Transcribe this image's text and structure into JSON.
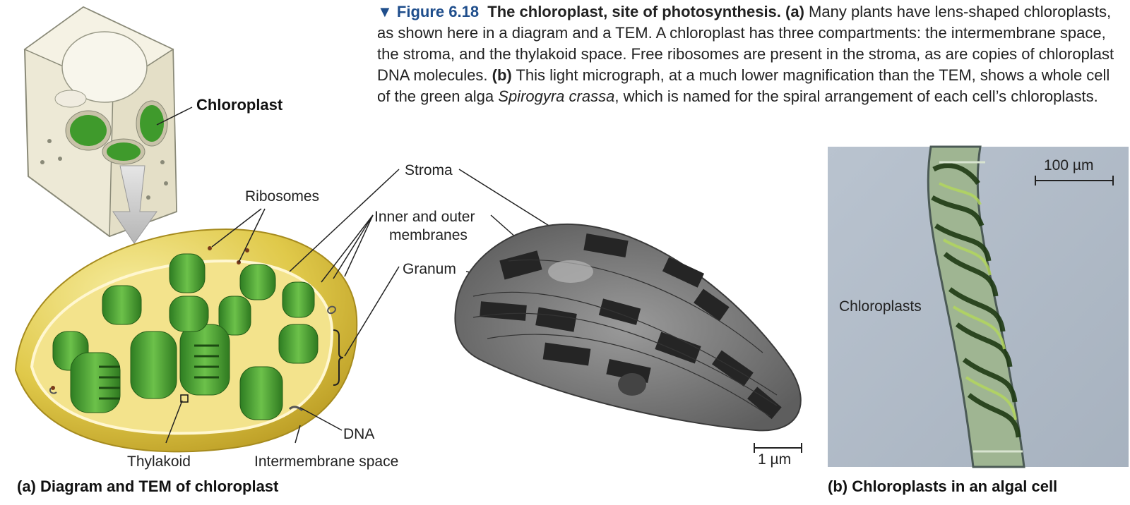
{
  "caption": {
    "figure_number": "Figure 6.18",
    "title": "The chloroplast, site of photosynthesis.",
    "part_a_marker": "(a)",
    "part_a_text": "Many plants have lens-shaped chloroplasts, as shown here in a diagram and a TEM. A chloroplast has three compartments: the intermembrane space, the stroma, and the thylakoid space. Free ribosomes are present in the stroma, as are copies of chloroplast DNA molecules.",
    "part_b_marker": "(b)",
    "part_b_text_1": "This light micrograph, at a much lower magnification than the TEM, shows a whole cell of the green alga",
    "species": "Spirogyra crassa",
    "part_b_text_2": ", which is named for the spiral arrangement of each cell’s chloroplasts."
  },
  "labels": {
    "chloroplast": "Chloroplast",
    "ribosomes": "Ribosomes",
    "stroma": "Stroma",
    "inner_outer_1": "Inner and outer",
    "inner_outer_2": "membranes",
    "granum": "Granum",
    "dna": "DNA",
    "thylakoid": "Thylakoid",
    "intermembrane": "Intermembrane space",
    "scale_tem": "1 µm",
    "scale_micro": "100 µm",
    "chloroplasts": "Chloroplasts"
  },
  "panels": {
    "a_title": "(a) Diagram and TEM of chloroplast",
    "b_title": "(b) Chloroplasts in an algal cell"
  },
  "colors": {
    "figure_blue": "#1f4e8c",
    "chloroplast_green": "#3f9a2c",
    "envelope_yellow": "#d8c23a"
  }
}
